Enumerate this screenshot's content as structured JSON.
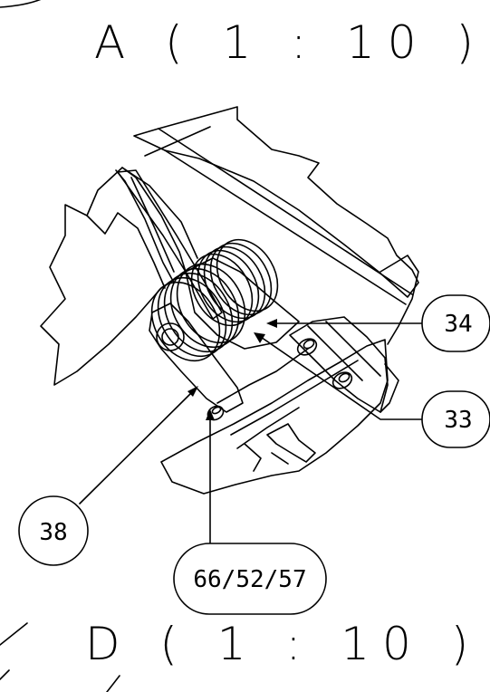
{
  "views": {
    "top_title": "A ( 1 : 10 )",
    "bottom_title": "D ( 1 : 10 )"
  },
  "callouts": [
    {
      "id": "c34",
      "label": "34"
    },
    {
      "id": "c33",
      "label": "33"
    },
    {
      "id": "c38",
      "label": "38"
    },
    {
      "id": "c66",
      "label": "66/52/57"
    }
  ],
  "colors": {
    "ink": "#000000",
    "paper": "#ffffff"
  }
}
